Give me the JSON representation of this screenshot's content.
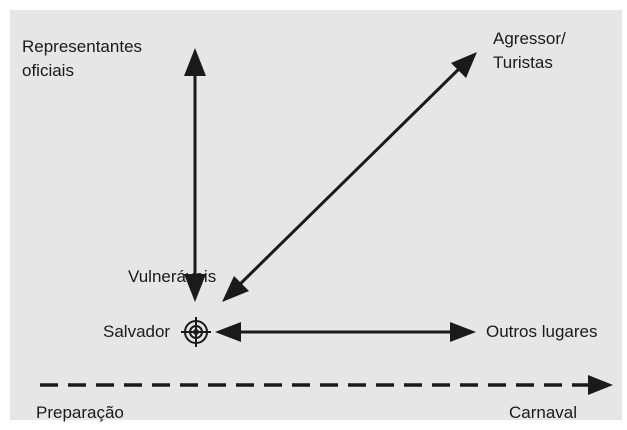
{
  "labels": {
    "representantes_line1": "Representantes",
    "representantes_line2": "oficiais",
    "agressor_line1": "Agressor/",
    "agressor_line2": "Turistas",
    "vulneraveis": "Vulneráveis",
    "salvador": "Salvador",
    "outros_lugares": "Outros lugares",
    "preparacao": "Preparação",
    "carnaval": "Carnaval"
  },
  "colors": {
    "background": "#e6e6e6",
    "ink": "#1a1a1a"
  },
  "icons": {
    "salvador_marker": "crosshair-target-icon"
  }
}
